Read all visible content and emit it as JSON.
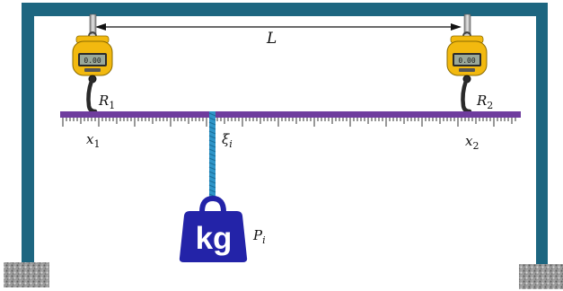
{
  "labels": {
    "span": "L",
    "scale_left": {
      "base": "R",
      "sub": "1"
    },
    "scale_right": {
      "base": "R",
      "sub": "2"
    },
    "pos_left": {
      "base": "x",
      "sub": "1"
    },
    "pos_right": {
      "base": "x",
      "sub": "2"
    },
    "pos_load": {
      "base": "ξ",
      "sub": "i"
    },
    "load": {
      "base": "P",
      "sub": "i"
    },
    "weight_text": "kg",
    "scale_display": "0.00"
  },
  "colors": {
    "frame": "#1d6680",
    "beam": "#6f3d9e",
    "rope": "#2f95c8",
    "weight": "#2323a8",
    "scale_body": "#f2b90f",
    "scale_screen": "#9aa89a",
    "hook": "#2a2a2a",
    "floor": "#8a8a8a"
  },
  "icons": [
    "digital-hanging-scale-icon",
    "kg-weight-icon",
    "double-arrow-icon"
  ]
}
